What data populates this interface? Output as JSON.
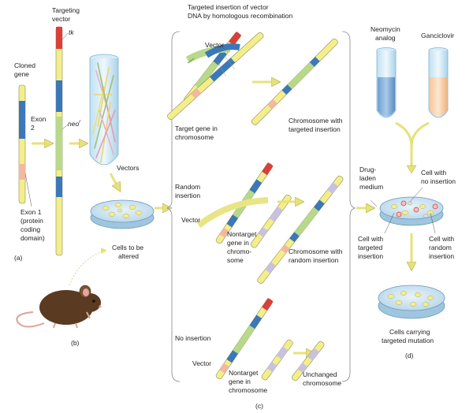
{
  "colors": {
    "yellow": "#f4ee8a",
    "blue": "#3a78b8",
    "green": "#b8d88a",
    "red": "#d9403a",
    "pink": "#f2b8a0",
    "lavender": "#c8c2e0",
    "arrow": "#e6e27a",
    "outline": "#8a8a60",
    "dish": "#cfe4f2",
    "mouse": "#5b3a22"
  },
  "panel_a": {
    "cloned_gene_1": "Cloned",
    "cloned_gene_2": "gene",
    "exon2_1": "Exon",
    "exon2_2": "2",
    "exon1_1": "Exon 1",
    "exon1_2": "(protein",
    "exon1_3": "coding",
    "exon1_4": "domain)",
    "targeting_1": "Targeting",
    "targeting_2": "vector",
    "tk": "tk",
    "neo": "neo",
    "neo_sup": "r",
    "vectors": "Vectors",
    "cells_1": "Cells to be",
    "cells_2": "altered",
    "letter": "(a)"
  },
  "panel_b": {
    "letter": "(b)"
  },
  "panel_c": {
    "title_1": "Targeted insertion of vector",
    "title_2": "DNA by homologous recombination",
    "vector": "Vector",
    "target_1": "Target gene in",
    "target_2": "chromosome",
    "chrom_target_1": "Chromosome with",
    "chrom_target_2": "targeted insertion",
    "random_1": "Random",
    "random_2": "insertion",
    "vector2": "Vector",
    "nontarget_1": "Nontarget",
    "nontarget_2": "gene in",
    "nontarget_3": "chromo-",
    "nontarget_4": "some",
    "chrom_random_1": "Chromosome with",
    "chrom_random_2": "random insertion",
    "noins": "No insertion",
    "vector3": "Vector",
    "nontarget2_1": "Nontarget",
    "nontarget2_2": "gene in",
    "nontarget2_3": "chromosome",
    "unchanged_1": "Unchanged",
    "unchanged_2": "chromosome",
    "letter": "(c)"
  },
  "panel_d": {
    "neomycin_1": "Neomycin",
    "neomycin_2": "analog",
    "ganciclovir": "Ganciclovir",
    "drug_1": "Drug-",
    "drug_2": "laden",
    "drug_3": "medium",
    "noins_1": "Cell with",
    "noins_2": "no insertion",
    "targeted_1": "Cell with",
    "targeted_2": "targeted",
    "targeted_3": "insertion",
    "random_1": "Cell with",
    "random_2": "random",
    "random_3": "insertion",
    "carrying_1": "Cells carrying",
    "carrying_2": "targeted mutation",
    "letter": "(d)"
  }
}
